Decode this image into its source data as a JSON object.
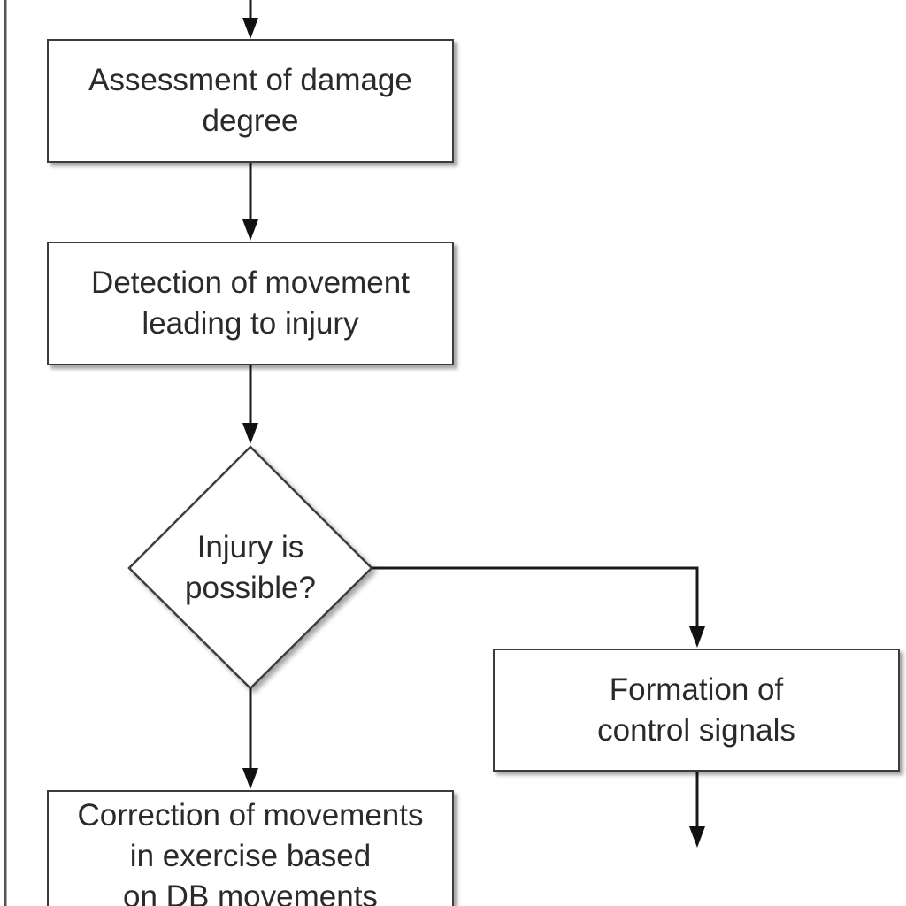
{
  "nodes": {
    "assessment": "Assessment of damage\ndegree",
    "detection": "Detection of movement\nleading to injury",
    "decision": "Injury is\npossible?",
    "formation": "Formation of\ncontrol signals",
    "correction": "Correction of movements\nin exercise based\non DB movements"
  },
  "colors": {
    "line": "#1a1a1a",
    "box_border": "#3c3c3c",
    "text": "#2a2a2a",
    "background": "#ffffff"
  }
}
